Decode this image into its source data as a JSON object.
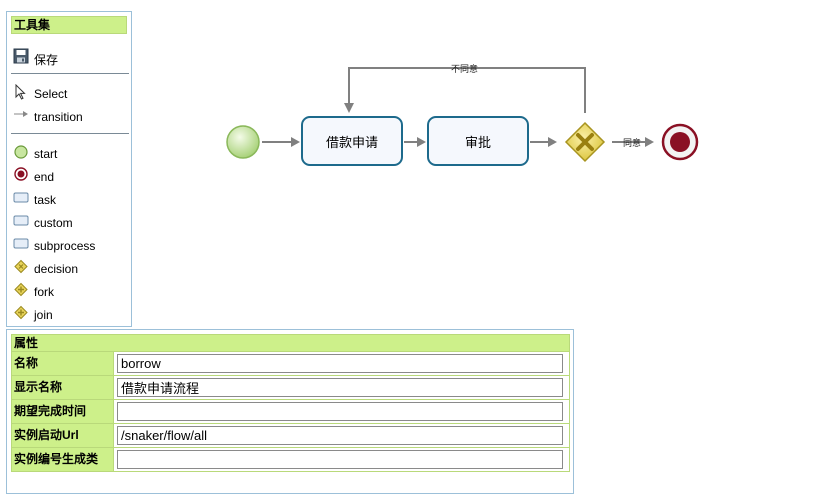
{
  "toolbox": {
    "title": "工具集",
    "items": [
      {
        "label": "保存",
        "icon": "save-icon"
      },
      {
        "label": "Select",
        "icon": "cursor-arrow-icon"
      },
      {
        "label": "transition",
        "icon": "transition-arrow-icon"
      },
      {
        "label": "start",
        "icon": "start-circle-icon"
      },
      {
        "label": "end",
        "icon": "end-circle-icon"
      },
      {
        "label": "task",
        "icon": "task-rect-icon"
      },
      {
        "label": "custom",
        "icon": "custom-rect-icon"
      },
      {
        "label": "subprocess",
        "icon": "subprocess-rect-icon"
      },
      {
        "label": "decision",
        "icon": "decision-diamond-icon"
      },
      {
        "label": "fork",
        "icon": "fork-diamond-icon"
      },
      {
        "label": "join",
        "icon": "join-diamond-icon"
      }
    ]
  },
  "canvas": {
    "tasks": [
      "借款申请",
      "审批"
    ],
    "transitions": {
      "reject": "不同意",
      "approve": "同意"
    }
  },
  "properties": {
    "title": "属性",
    "rows": [
      {
        "label": "名称",
        "value": "borrow"
      },
      {
        "label": "显示名称",
        "value": "借款申请流程"
      },
      {
        "label": "期望完成时间",
        "value": ""
      },
      {
        "label": "实例启动Url",
        "value": "/snaker/flow/all"
      },
      {
        "label": "实例编号生成类",
        "value": ""
      }
    ]
  },
  "colors": {
    "header_bg": "#cdf08a",
    "border": "#9cc0d9",
    "task_border": "#1d6a8c",
    "start_fill": "#c8e6a0",
    "end_fill": "#8a1024",
    "decision_fill": "#e8d35a"
  }
}
